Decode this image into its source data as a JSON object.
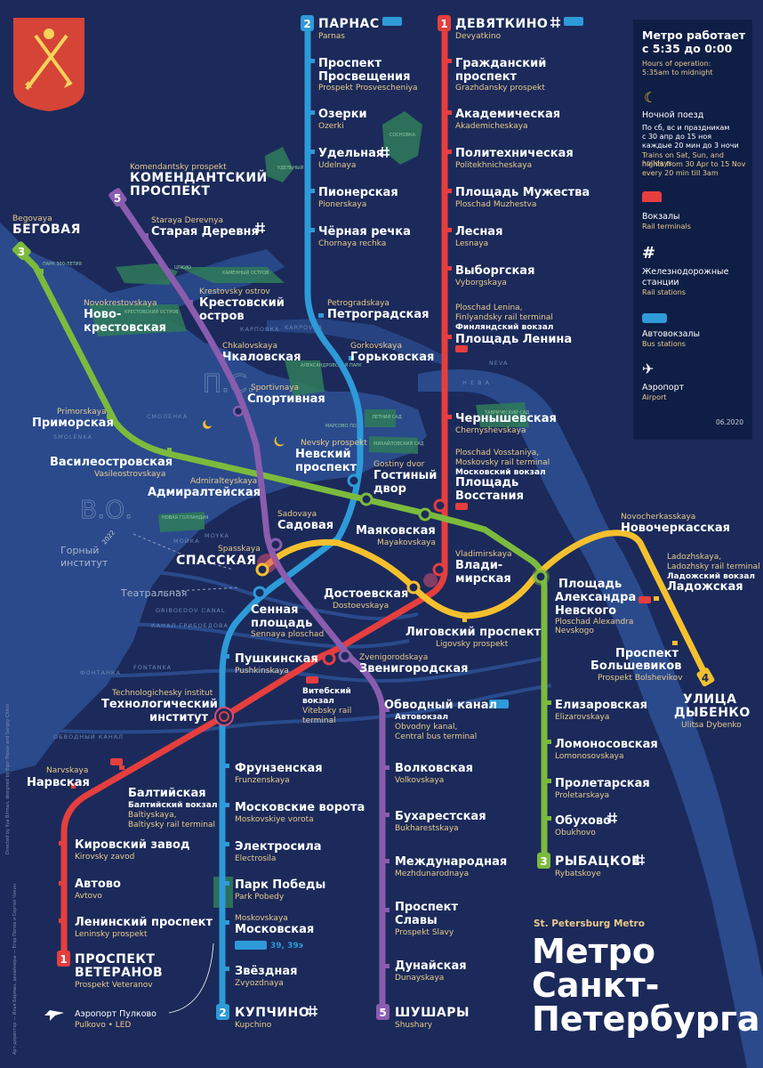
{
  "title": {
    "subtitle": "St. Petersburg Metro",
    "line1": "Метро",
    "line2": "Санкт-",
    "line3": "Петербурга"
  },
  "info": {
    "hours_ru_1": "Метро работает",
    "hours_ru_2": "с 5:35 до 0:00",
    "hours_en_1": "Hours of operation:",
    "hours_en_2": "5:35am to midnight",
    "night_ru": "Ночной поезд",
    "night_desc_ru_1": "По сб, вс и праздникам",
    "night_desc_ru_2": "с 30 апр до 15 ноя",
    "night_desc_ru_3": "каждые 20 мин до 3 ночи",
    "night_desc_en_1": "Trains on Sat, Sun, and holidays",
    "night_desc_en_2": "nights from 30 Apr to 15 Nov",
    "night_desc_en_3": "every 20 min till 3am",
    "rail_ru": "Вокзалы",
    "rail_en": "Rail terminals",
    "station_ru_1": "Железнодорожные",
    "station_ru_2": "станции",
    "station_en": "Rail stations",
    "bus_ru": "Автовокзалы",
    "bus_en": "Bus stations",
    "air_ru": "Аэропорт",
    "air_en": "Airport",
    "date": "06.2020"
  },
  "colors": {
    "line1": "#e63e3e",
    "line2": "#2e9ad8",
    "line3": "#7cba3d",
    "line4": "#f5c02e",
    "line5": "#8a5cae",
    "bg": "#1b2a5a",
    "water": "#2f4f8f",
    "land": "#1b2a5a"
  },
  "line_numbers": {
    "l1": "1",
    "l2": "2",
    "l3": "3",
    "l4": "4",
    "l5": "5"
  },
  "stations": {
    "parnas_ru": "ПАРНАС",
    "parnas_en": "Parnas",
    "prosvescheniya_ru1": "Проспект",
    "prosvescheniya_ru2": "Просвещения",
    "prosvescheniya_en": "Prospekt Prosvescheniya",
    "ozerki_ru": "Озерки",
    "ozerki_en": "Ozerki",
    "udelnaya_ru": "Удельная",
    "udelnaya_en": "Udelnaya",
    "pionerskaya_ru": "Пионерская",
    "pionerskaya_en": "Pionerskaya",
    "chornaya_ru": "Чёрная речка",
    "chornaya_en": "Chornaya rechka",
    "petrogradskaya_ru": "Петроградская",
    "petrogradskaya_en": "Petrogradskaya",
    "gorkovskaya_ru": "Горьковская",
    "gorkovskaya_en": "Gorkovskaya",
    "nevsky_ru1": "Невский",
    "nevsky_ru2": "проспект",
    "nevsky_en": "Nevsky prospekt",
    "sennaya_ru1": "Сенная",
    "sennaya_ru2": "площадь",
    "sennaya_en": "Sennaya ploschad",
    "tekhinst_ru1": "Технологический",
    "tekhinst_ru2": "институт",
    "tekhinst_en": "Technologichesky institut",
    "frunzenskaya_ru": "Фрунзенская",
    "frunzenskaya_en": "Frunzenskaya",
    "movorota_ru": "Московские ворота",
    "movorota_en": "Moskovskiye vorota",
    "electrosila_ru": "Электросила",
    "electrosila_en": "Electrosila",
    "parkpobedy_ru": "Парк Победы",
    "parkpobedy_en": "Park Pobedy",
    "moskovskaya_ru": "Московская",
    "moskovskaya_en": "Moskovskaya",
    "moskovskaya_bus": "39, 39э",
    "zvyozdnaya_ru": "Звёздная",
    "zvyozdnaya_en": "Zvyozdnaya",
    "kupchino_ru": "КУПЧИНО",
    "kupchino_en": "Kupchino",
    "devyatkino_ru": "ДЕВЯТКИНО",
    "devyatkino_en": "Devyatkino",
    "grazhdansky_ru1": "Гражданский",
    "grazhdansky_ru2": "проспект",
    "grazhdansky_en": "Grazhdansky prospekt",
    "akademicheskaya_ru": "Академическая",
    "akademicheskaya_en": "Akademicheskaya",
    "politekh_ru": "Политехническая",
    "politekh_en": "Politekhnicheskaya",
    "muzhestva_ru": "Площадь Мужества",
    "muzhestva_en": "Ploschad Muzhestva",
    "lesnaya_ru": "Лесная",
    "lesnaya_en": "Lesnaya",
    "vyborgskaya_ru": "Выборгская",
    "vyborgskaya_en": "Vyborgskaya",
    "lenina_en1": "Ploschad Lenina,",
    "lenina_en2": "Finlyandsky rail terminal",
    "lenina_sub": "Финляндский вокзал",
    "lenina_ru": "Площадь Ленина",
    "chernyshevskaya_ru": "Чернышевская",
    "chernyshevskaya_en": "Chernyshevskaya",
    "vosstaniya_en1": "Ploschad Vosstaniya,",
    "vosstaniya_en2": "Moskovsky rail terminal",
    "vosstaniya_sub": "Московский вокзал",
    "vosstaniya_ru1": "Площадь",
    "vosstaniya_ru2": "Восстания",
    "vladimirskaya_en": "Vladimirskaya",
    "vladimirskaya_ru1": "Влади-",
    "vladimirskaya_ru2": "мирская",
    "pushkinskaya_ru": "Пушкинская",
    "pushkinskaya_en": "Pushkinskaya",
    "baltiyskaya_ru": "Балтийская",
    "baltiyskaya_sub": "Балтийский вокзал",
    "baltiyskaya_en1": "Baltiyskaya,",
    "baltiyskaya_en2": "Baltiysky rail terminal",
    "narvskaya_en": "Narvskaya",
    "narvskaya_ru": "Нарвская",
    "kirovsky_ru": "Кировский завод",
    "kirovsky_en": "Kirovsky zavod",
    "avtovo_ru": "Автово",
    "avtovo_en": "Avtovo",
    "leninsky_ru": "Ленинский проспект",
    "leninsky_en": "Leninsky prospekt",
    "veteranov_ru1": "ПРОСПЕКТ",
    "veteranov_ru2": "ВЕТЕРАНОВ",
    "veteranov_en": "Prospekt Veteranov",
    "begovaya_en": "Begovaya",
    "begovaya_ru": "БЕГОВАЯ",
    "novokrest_en": "Novokrestovskaya",
    "novokrest_ru1": "Ново-",
    "novokrest_ru2": "крестовская",
    "primorskaya_en": "Primorskaya",
    "primorskaya_ru": "Приморская",
    "vasileo_ru": "Василеостровская",
    "vasileo_en": "Vasileostrovskaya",
    "gostiny_en": "Gostiny dvor",
    "gostiny_ru1": "Гостиный",
    "gostiny_ru2": "двор",
    "mayakovskaya_ru": "Маяковская",
    "mayakovskaya_en": "Mayakovskaya",
    "aleksnevsky_ru1": "Площадь",
    "aleksnevsky_ru2": "Александра",
    "aleksnevsky_ru3": "Невского",
    "aleksnevsky_en1": "Ploschad Alexandra",
    "aleksnevsky_en2": "Nevskogo",
    "elizarovskaya_ru": "Елизаровская",
    "elizarovskaya_en": "Elizarovskaya",
    "lomonosovskaya_ru": "Ломоносовская",
    "lomonosovskaya_en": "Lomonosovskaya",
    "proletarskaya_ru": "Пролетарская",
    "proletarskaya_en": "Proletarskaya",
    "obukhovo_ru": "Обухово",
    "obukhovo_en": "Obukhovo",
    "rybatskoye_ru": "РЫБАЦКОЕ",
    "rybatskoye_en": "Rybatskoye",
    "spasskaya_en": "Spasskaya",
    "spasskaya_ru": "СПАССКАЯ",
    "dostoevskaya_ru": "Достоевская",
    "dostoevskaya_en": "Dostoevskaya",
    "ligovsky_ru": "Лиговский проспект",
    "ligovsky_en": "Ligovsky prospekt",
    "novocherk_en": "Novocherkasskaya",
    "novocherk_ru": "Новочеркасская",
    "ladozhskaya_en1": "Ladozhskaya,",
    "ladozhskaya_en2": "Ladozhsky rail terminal",
    "ladozhskaya_sub": "Ладожский вокзал",
    "ladozhskaya_ru": "Ладожская",
    "bolshevikov_ru1": "Проспект",
    "bolshevikov_ru2": "Большевиков",
    "bolshevikov_en": "Prospekt Bolshevikov",
    "dybenko_ru1": "УЛИЦА",
    "dybenko_ru2": "ДЫБЕНКО",
    "dybenko_en": "Ulitsa Dybenko",
    "komendantsky_en": "Komendantsky prospekt",
    "komendantsky_ru1": "КОМЕНДАНТСКИЙ",
    "komendantsky_ru2": "ПРОСПЕКТ",
    "staraya_en": "Staraya Derevnya",
    "staraya_ru": "Старая Деревня",
    "krestovsky_en": "Krestovsky ostrov",
    "krestovsky_ru1": "Крестовский",
    "krestovsky_ru2": "остров",
    "chkalovskaya_en": "Chkalovskaya",
    "chkalovskaya_ru": "Чкаловская",
    "sportivnaya_en": "Sportivnaya",
    "sportivnaya_ru": "Спортивная",
    "admiralteyskaya_en": "Admiralteyskaya",
    "admiralteyskaya_ru": "Адмиралтейская",
    "sadovaya_en": "Sadovaya",
    "sadovaya_ru": "Садовая",
    "zvenigorodskaya_en": "Zvenigorodskaya",
    "zvenigorodskaya_ru": "Звенигородская",
    "obvodny_ru": "Обводный канал",
    "obvodny_sub": "Автовокзал",
    "obvodny_en1": "Obvodny kanal,",
    "obvodny_en2": "Central bus terminal",
    "volkovskaya_ru": "Волковская",
    "volkovskaya_en": "Volkovskaya",
    "bukharestskaya_ru": "Бухарестская",
    "bukharestskaya_en": "Bukharestskaya",
    "mezhdunarodnaya_ru": "Международная",
    "mezhdunarodnaya_en": "Mezhdunarodnaya",
    "slavy_ru1": "Проспект",
    "slavy_ru2": "Славы",
    "slavy_en": "Prospekt Slavy",
    "dunayskaya_ru": "Дунайская",
    "dunayskaya_en": "Dunayskaya",
    "shushary_ru": "ШУШАРЫ",
    "shushary_en": "Shushary",
    "vitebsky_ru1": "Витебский",
    "vitebsky_ru2": "вокзал",
    "vitebsky_en1": "Vitebsky rail",
    "vitebsky_en2": "terminal",
    "pulkovo_ru": "Аэропорт Пулково",
    "pulkovo_en": "Pulkovo • LED",
    "gorny_ru1": "Горный",
    "gorny_ru2": "институт",
    "teatralnaya_ru": "Театральная"
  },
  "geo": {
    "neva_ru": "Н Е В А",
    "neva_en": "NEVA",
    "vo": "В.О.",
    "ps": "П.С.",
    "smolenka_ru": "СМОЛЕНКА",
    "smolenka_en": "SMOLENKA",
    "moyka_ru": "МОЙКА",
    "moyka_en": "MOYKA",
    "fontanka_ru": "ФОНТАНКА",
    "fontanka_en": "FONTANKA",
    "griboedov_ru": "КАНАЛ ГРИБОЕДОВА",
    "griboedov_en": "GRIBOEDOV CANAL",
    "obvodny_canal_ru": "ОБВОДНЫЙ КАНАЛ",
    "karpovka_ru": "КАРПОВКА",
    "karpovka_en": "KARPOVKA",
    "year2022": "2022"
  },
  "credits": {
    "line1": "Directed by Ilya Birman, designed by Egor Popov and Sergey Chikin",
    "line2": "Арт-директор — Илья Бирман, дизайнеры — Егор Попов и Сергей Чикин"
  }
}
